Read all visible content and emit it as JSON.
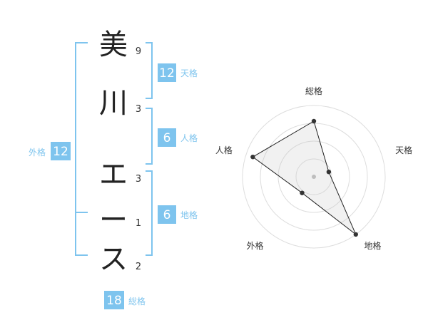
{
  "name_chars": [
    {
      "char": "美",
      "strokes": "9"
    },
    {
      "char": "川",
      "strokes": "3"
    },
    {
      "char": "エ",
      "strokes": "3"
    },
    {
      "char": "ー",
      "strokes": "1"
    },
    {
      "char": "ス",
      "strokes": "2"
    }
  ],
  "kaku": {
    "tenkaku": {
      "value": "12",
      "label": "天格"
    },
    "jinkaku": {
      "value": "6",
      "label": "人格"
    },
    "chikaku": {
      "value": "6",
      "label": "地格"
    },
    "gaikaku": {
      "value": "12",
      "label": "外格"
    },
    "soukaku": {
      "value": "18",
      "label": "総格"
    }
  },
  "colors": {
    "accent": "#7ec4ee",
    "box": "#7ec4ee"
  },
  "chart_data": {
    "type": "radar",
    "axes": [
      "総格",
      "天格",
      "地格",
      "外格",
      "人格"
    ],
    "values": [
      0.78,
      0.22,
      1.0,
      0.28,
      0.9
    ],
    "rlim": [
      0,
      1
    ],
    "rings": 4,
    "grid": true
  }
}
